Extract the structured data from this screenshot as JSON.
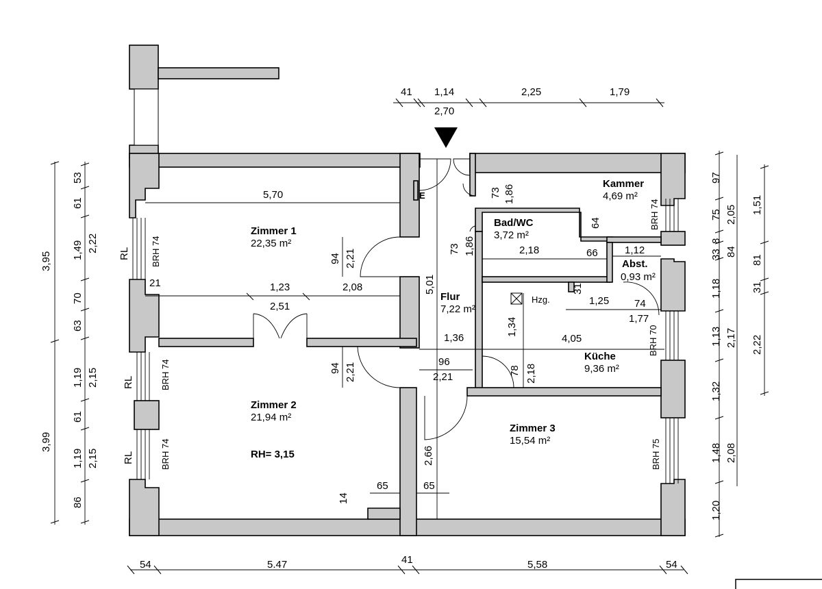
{
  "rooms": {
    "zimmer1": {
      "name": "Zimmer 1",
      "area": "22,35 m²"
    },
    "zimmer2": {
      "name": "Zimmer 2",
      "area": "21,94 m²"
    },
    "zimmer3": {
      "name": "Zimmer 3",
      "area": "15,54 m²"
    },
    "kammer": {
      "name": "Kammer",
      "area": "4,69 m²"
    },
    "badwc": {
      "name": "Bad/WC",
      "area": "3,72 m²"
    },
    "abst": {
      "name": "Abst.",
      "area": "0,93 m²"
    },
    "flur": {
      "name": "Flur",
      "area": "7,22 m²"
    },
    "kueche": {
      "name": "Küche",
      "area": "9,36 m²"
    }
  },
  "labels": {
    "room_height": "RH= 3,15",
    "heating": "Hzg.",
    "electric": "E",
    "rl": "RL"
  },
  "dims": {
    "top": {
      "d41": "41",
      "d114": "1,14",
      "d270": "2,70",
      "d225": "2,25",
      "d179": "1,79"
    },
    "bottom": {
      "d54a": "54",
      "d547": "5.47",
      "d41": "41",
      "d558": "5,58",
      "d54b": "54"
    },
    "left": {
      "total1": "3,95",
      "total2": "3,99",
      "d53": "53",
      "d61a": "61",
      "d149": "1,49",
      "d70": "70",
      "d63": "63",
      "d119a": "1,19",
      "d61b": "61",
      "d119b": "1,19",
      "d86": "86",
      "d222": "2,22",
      "d215a": "2,15",
      "d215b": "2,15"
    },
    "right": {
      "d97": "97",
      "d75": "75",
      "d33": "33",
      "d8": "8",
      "d118": "1,18",
      "d113": "1,13",
      "d132": "1,32",
      "d148": "1,48",
      "d120": "1,20",
      "d205": "2,05",
      "d84": "84",
      "d217": "2,17",
      "d208": "2,08",
      "d151": "1,51",
      "d81": "81",
      "d31": "31",
      "d222": "2,22"
    },
    "interior": {
      "z1w": "5,70",
      "z1_123": "1,23",
      "z1_251": "2,51",
      "z1_208": "2,08",
      "z1_21": "21",
      "d94a": "94",
      "d221a": "2,21",
      "d94b": "94",
      "d221b": "2,21",
      "flur501": "5,01",
      "d136": "1,36",
      "d96": "96",
      "d221c": "2,21",
      "d73a": "73",
      "d186a": "1,86",
      "d73b": "73",
      "d186b": "1,86",
      "bad218": "2,18",
      "d66": "66",
      "d64": "64",
      "d112": "1,12",
      "d31": "31",
      "d125": "1,25",
      "d74": "74",
      "d177": "1,77",
      "d134": "1,34",
      "d405": "4,05",
      "d78": "78",
      "d218": "2,18",
      "d266": "2,66",
      "d65a": "65",
      "d65b": "65",
      "d14": "14"
    },
    "brh": {
      "l1": "BRH 74",
      "l2": "BRH 74",
      "l3": "BRH 74",
      "r1": "BRH 74",
      "r2": "BRH 70",
      "r3": "BRH 75"
    }
  }
}
